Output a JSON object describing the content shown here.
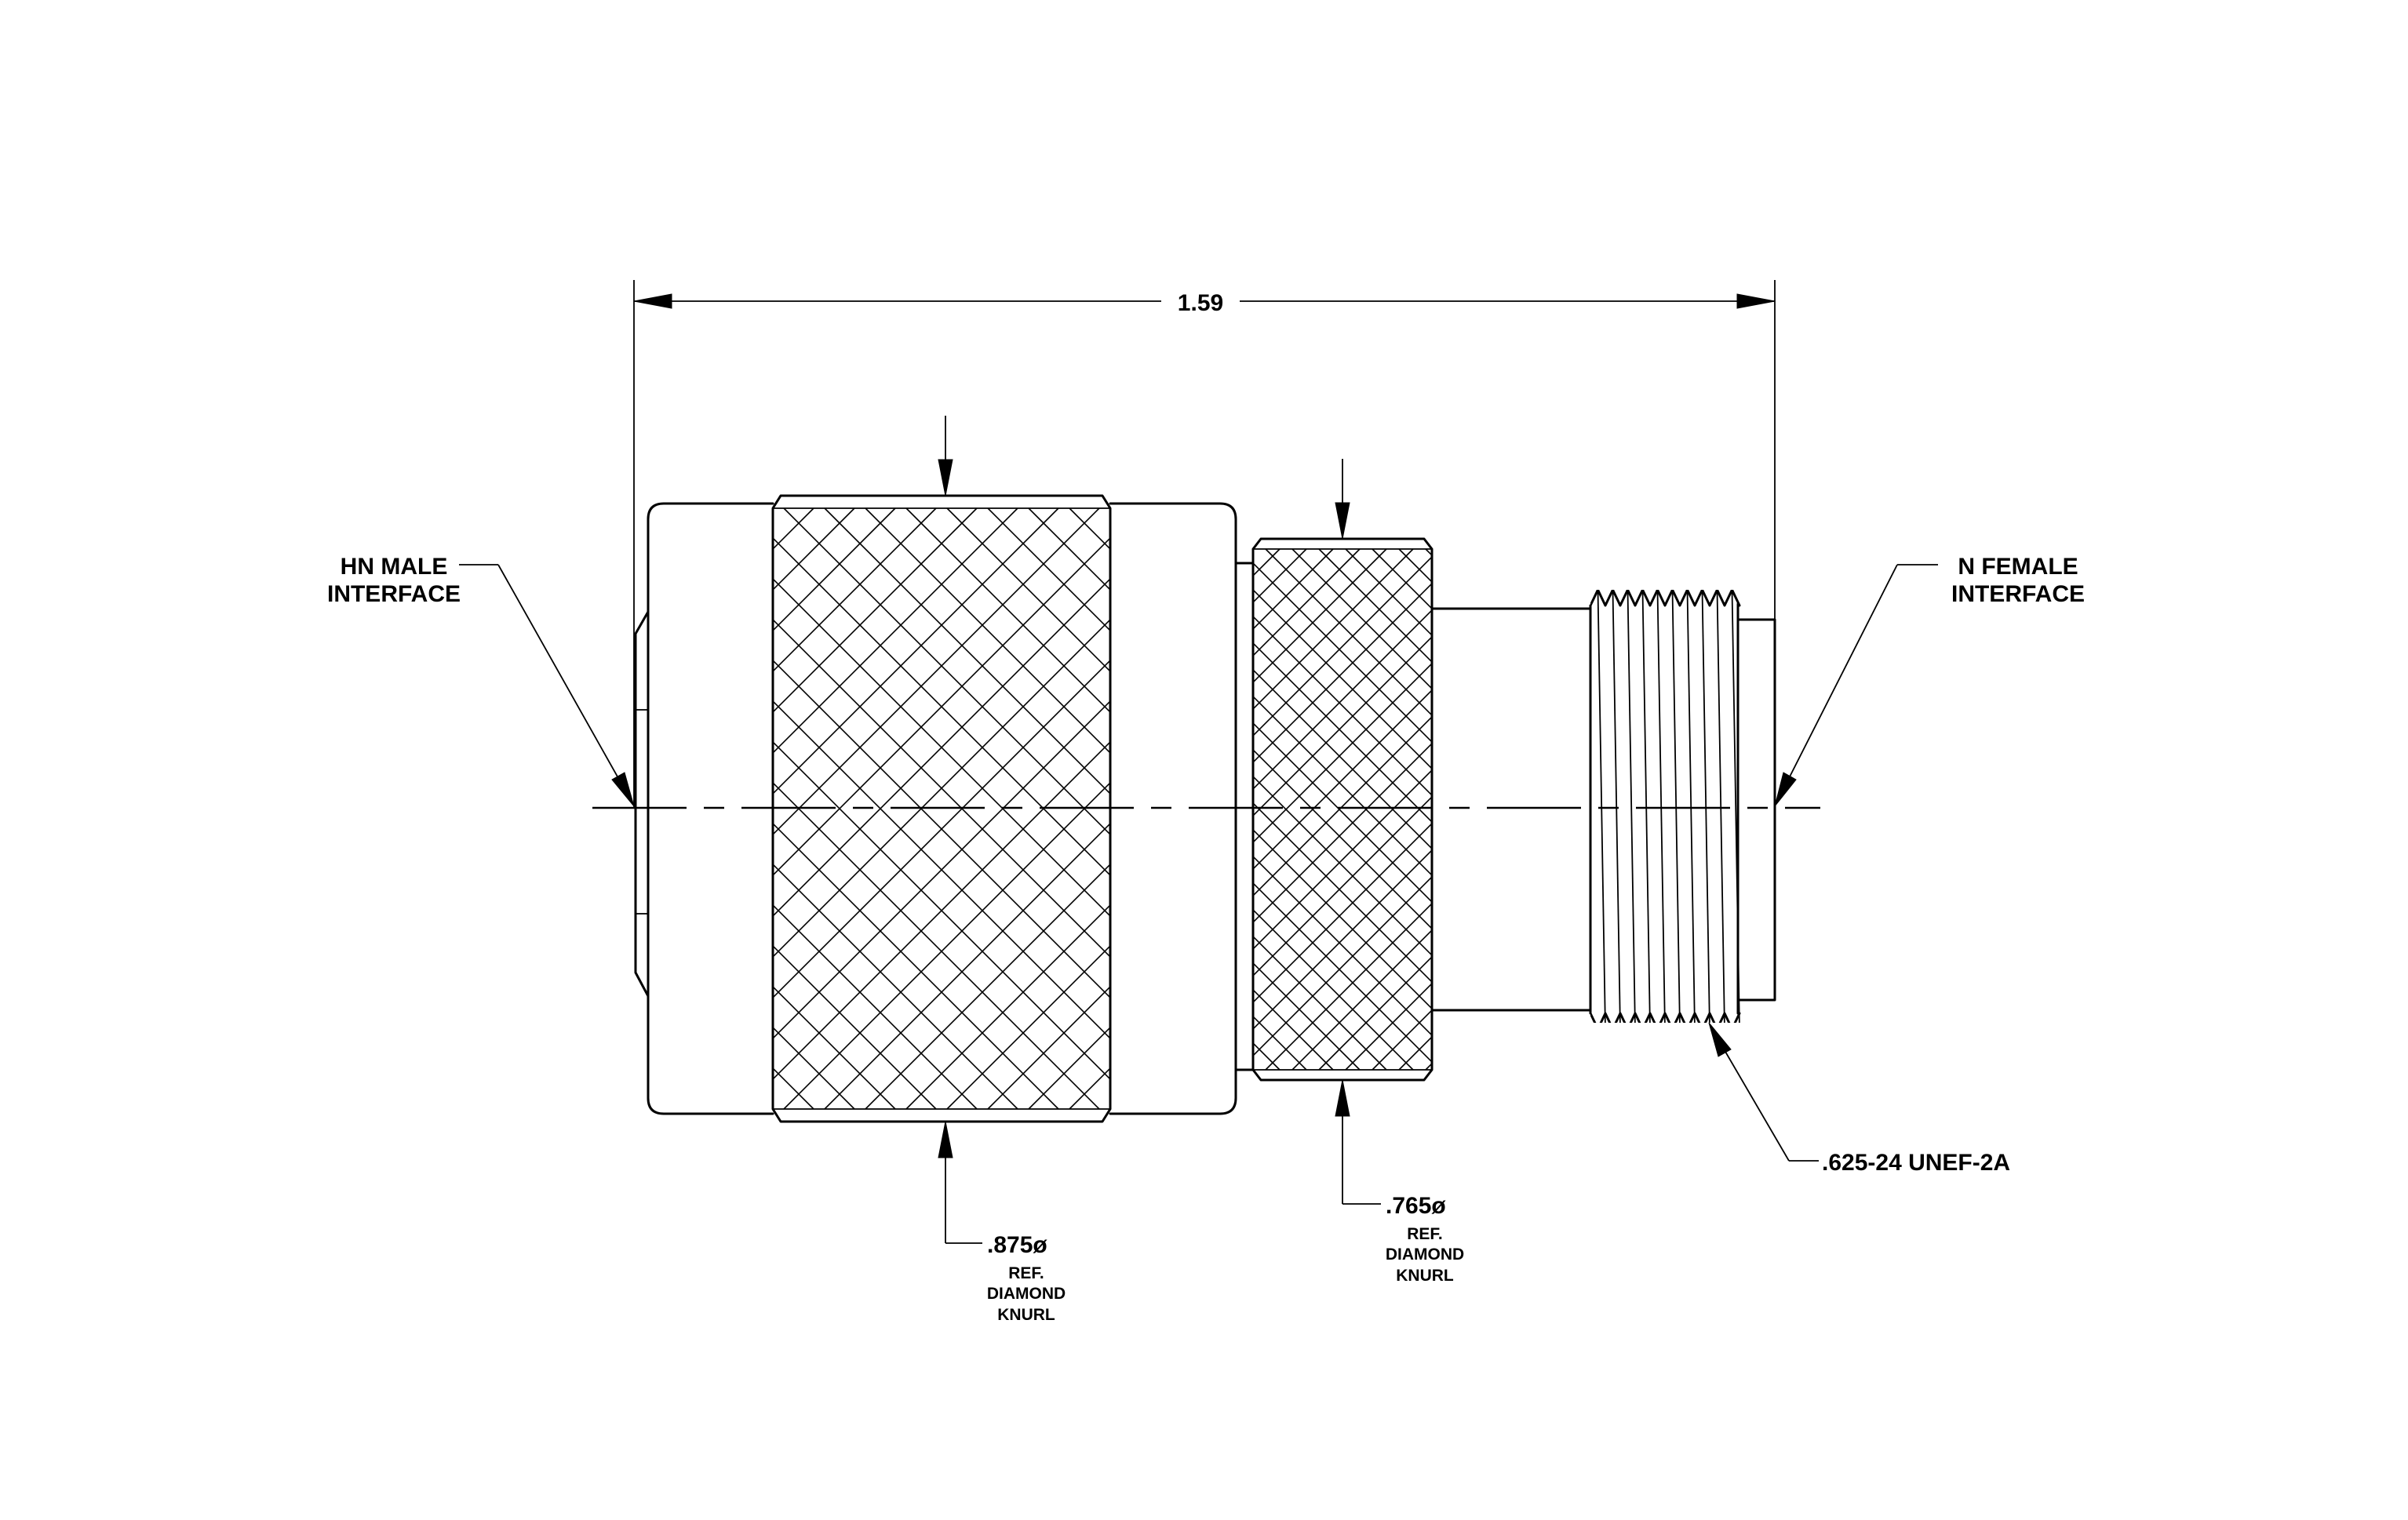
{
  "dimensions": {
    "overall_length": "1.59"
  },
  "callouts": {
    "left_interface": {
      "line1": "HN  MALE",
      "line2": "INTERFACE"
    },
    "right_interface": {
      "line1": "N  FEMALE",
      "line2": "INTERFACE"
    },
    "thread": {
      "text": ".625-24  UNEF-2A"
    },
    "large_knurl": {
      "dia": ".875ø",
      "ref": "REF.",
      "type1": "DIAMOND",
      "type2": "KNURL"
    },
    "small_knurl": {
      "dia": ".765ø",
      "ref": "REF.",
      "type1": "DIAMOND",
      "type2": "KNURL"
    }
  }
}
